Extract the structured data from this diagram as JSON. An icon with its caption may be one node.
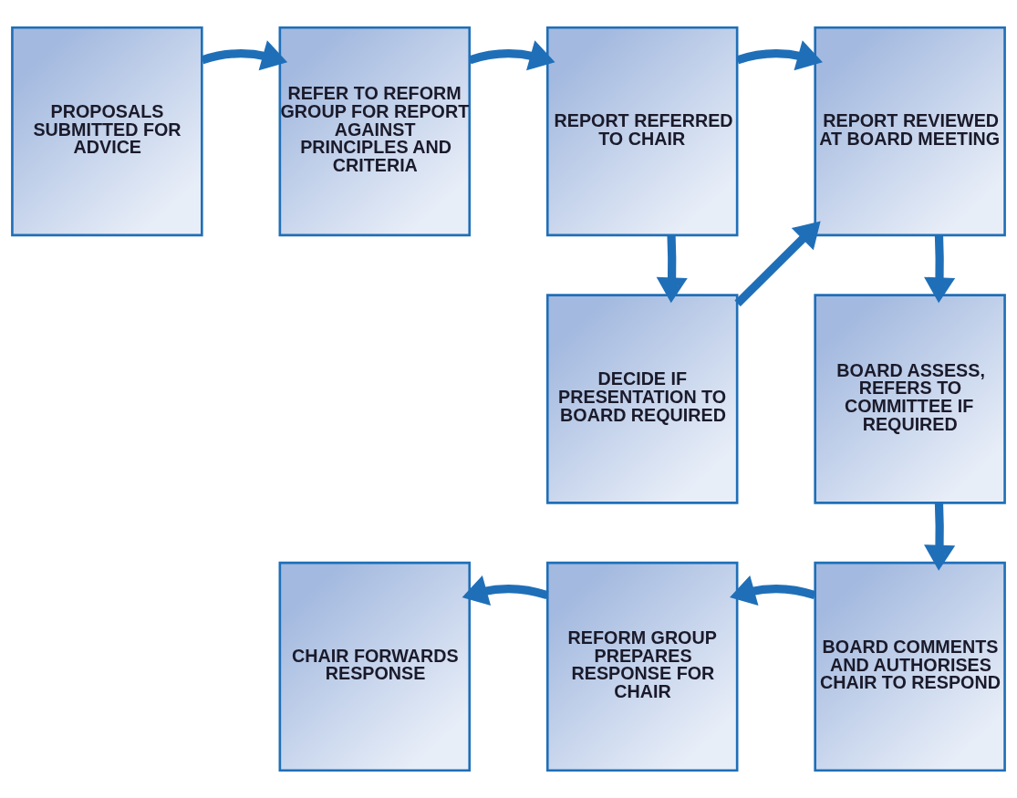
{
  "diagram": {
    "nodes": [
      {
        "text": [
          "PROPOSALS SUBMITTED FOR ADVICE"
        ]
      },
      {
        "text": [
          "REFER TO REFORM GROUP FOR REPORT AGAINST PRINCIPLES AND CRITERIA"
        ]
      },
      {
        "text": [
          "REPORT REFERRED TO CHAIR"
        ]
      },
      {
        "text": [
          "REPORT REVIEWED AT BOARD MEETING"
        ]
      },
      {
        "text": [
          "DECIDE IF PRESENTATION TO BOARD REQUIRED"
        ]
      },
      {
        "text": [
          "BOARD ASSESS, REFERS TO COMMITTEE IF REQUIRED"
        ]
      },
      {
        "text": [
          "CHAIR FORWARDS RESPONSE"
        ]
      },
      {
        "text": [
          "REFORM GROUP PREPARES RESPONSE FOR CHAIR"
        ]
      },
      {
        "text": [
          "BOARD COMMENTS AND AUTHORISES CHAIR TO RESPOND"
        ]
      }
    ],
    "edges": [
      {
        "from": 0,
        "to": 1,
        "arrow": "to"
      },
      {
        "from": 1,
        "to": 2,
        "arrow": "to"
      },
      {
        "from": 2,
        "to": 3,
        "arrow": "to"
      },
      {
        "from": 2,
        "to": 4,
        "arrow": "to"
      },
      {
        "from": 4,
        "to": 3,
        "arrow": "to"
      },
      {
        "from": 3,
        "to": 5,
        "arrow": "to"
      },
      {
        "from": 5,
        "to": 8,
        "arrow": "to"
      },
      {
        "from": 8,
        "to": 7,
        "arrow": "to"
      },
      {
        "from": 7,
        "to": 6,
        "arrow": "to"
      }
    ]
  }
}
